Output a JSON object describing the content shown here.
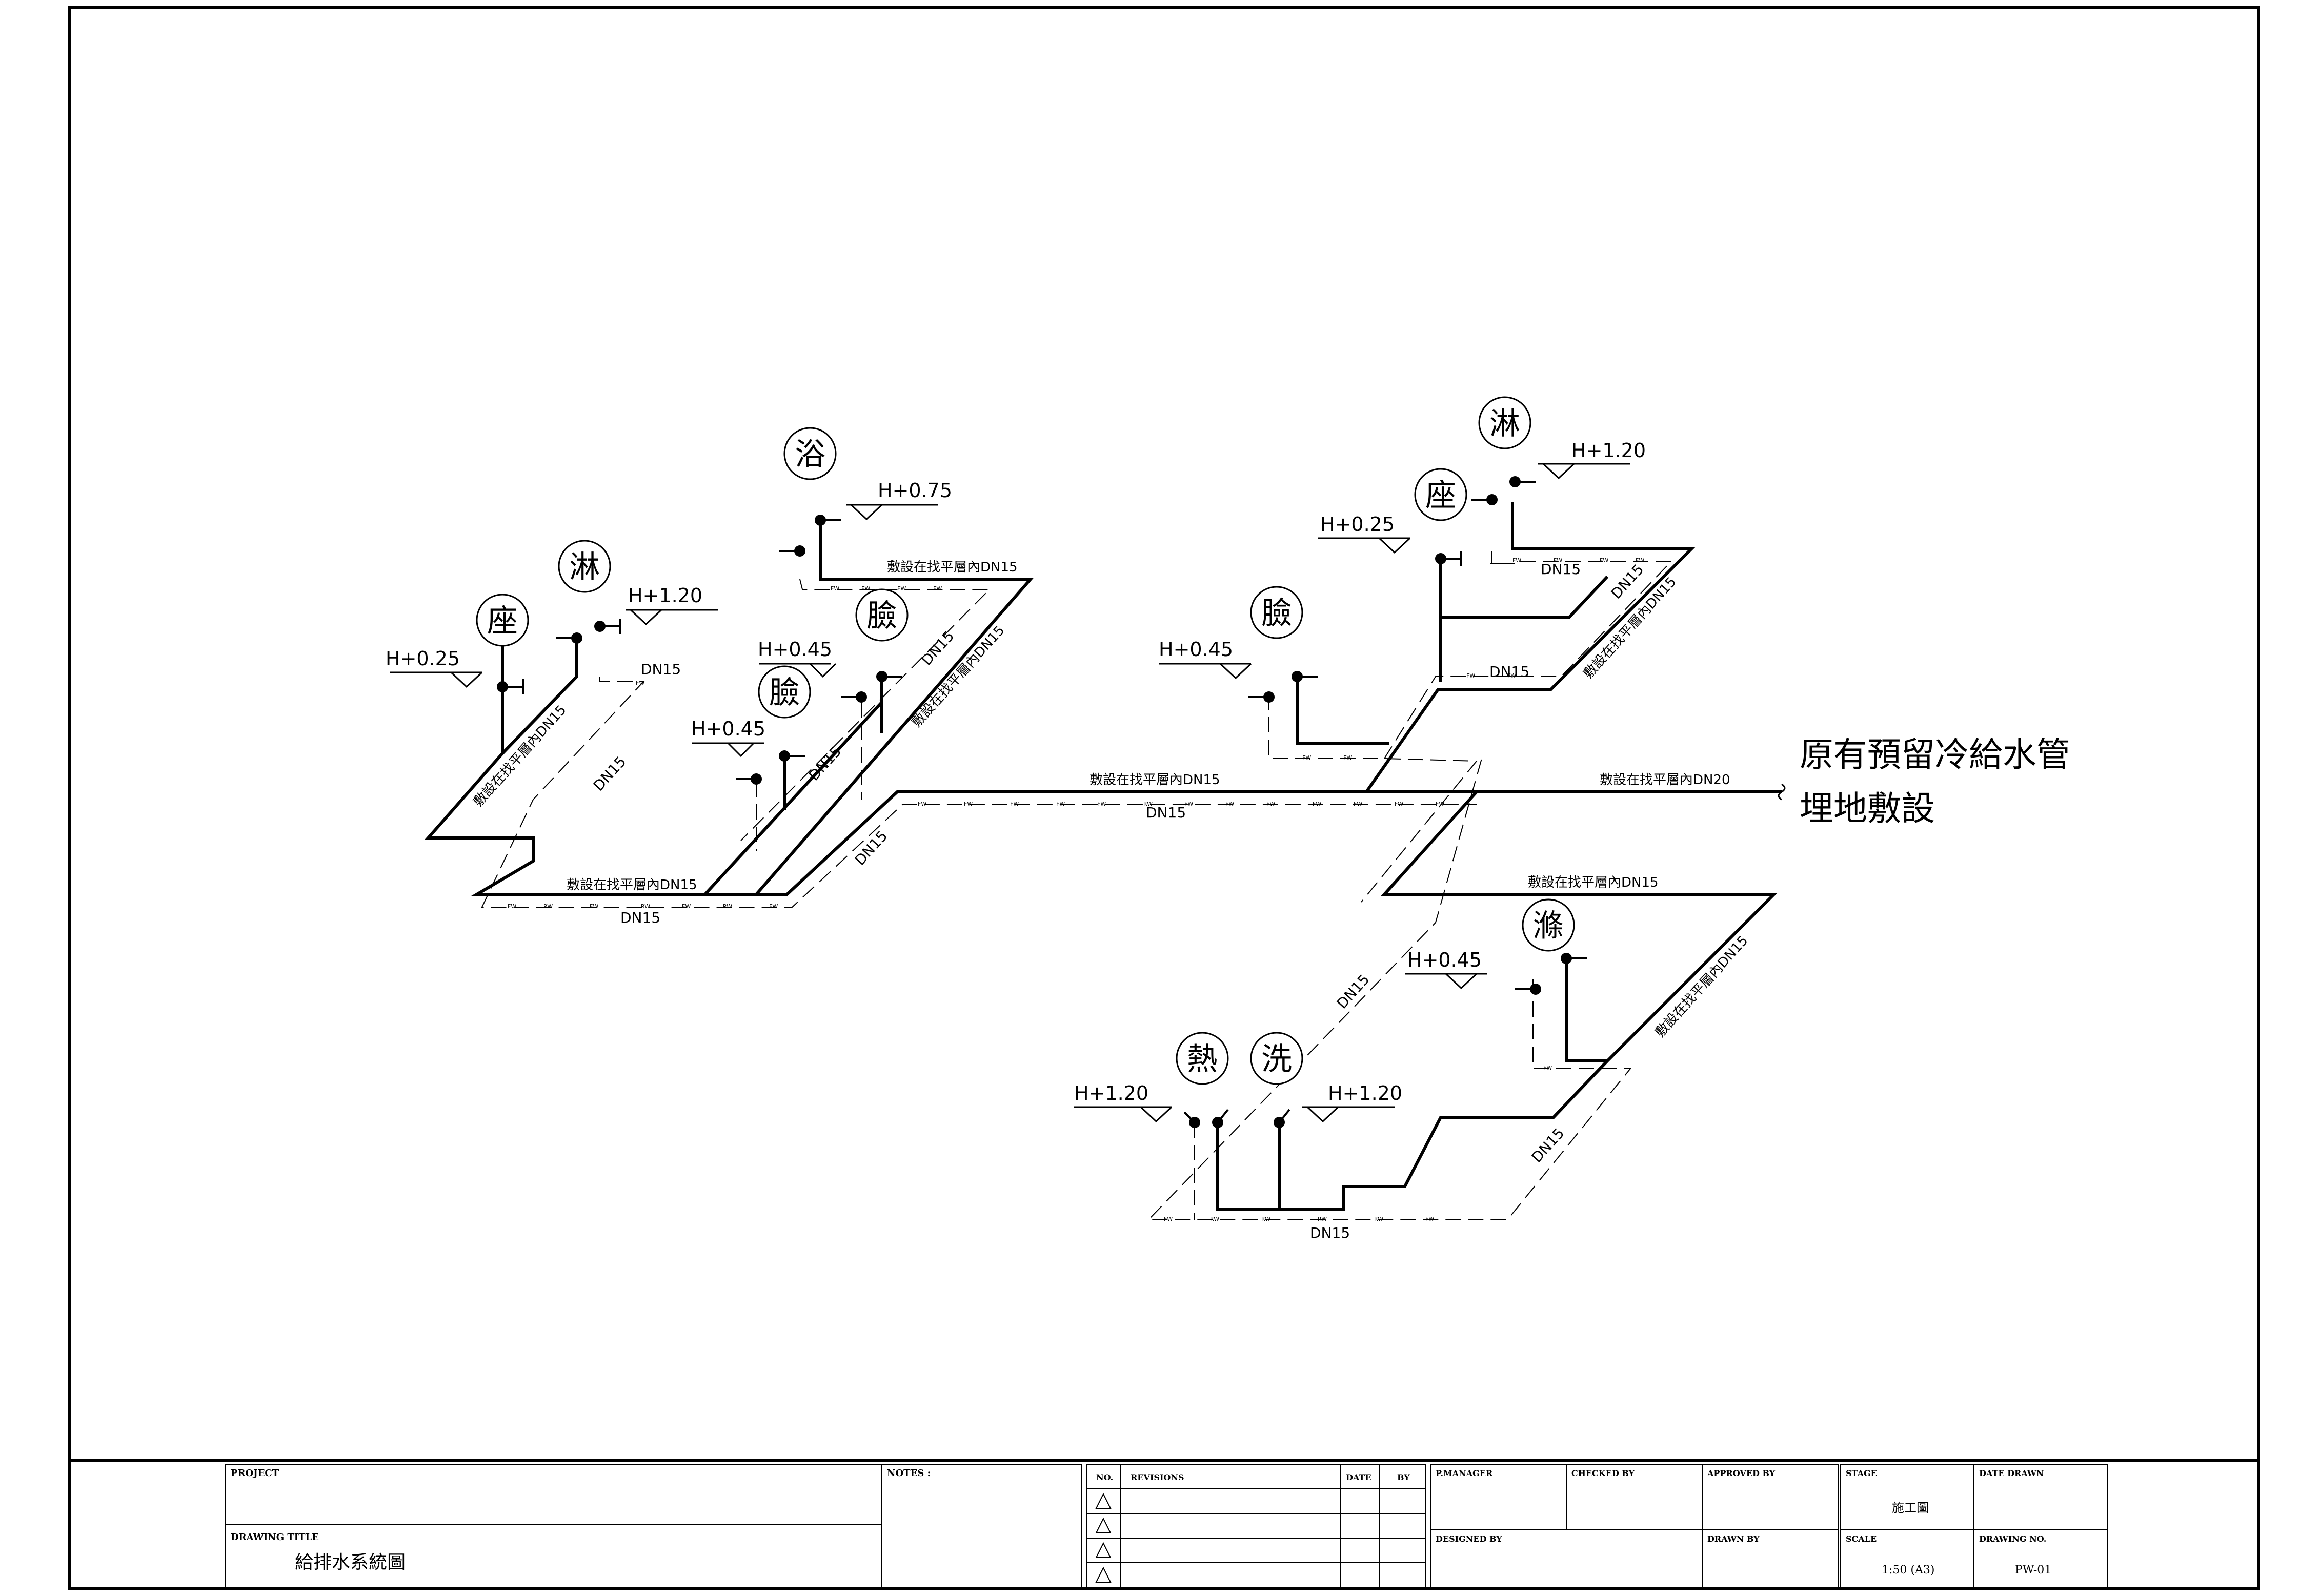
{
  "diagram": {
    "fixtures": [
      {
        "id": "zuo-left",
        "char": "座"
      },
      {
        "id": "lin-left",
        "char": "淋"
      },
      {
        "id": "yu-left",
        "char": "浴"
      },
      {
        "id": "lian-left-a",
        "char": "臉"
      },
      {
        "id": "lian-left-b",
        "char": "臉"
      },
      {
        "id": "lian-right",
        "char": "臉"
      },
      {
        "id": "zuo-right",
        "char": "座"
      },
      {
        "id": "lin-right",
        "char": "淋"
      },
      {
        "id": "di-right",
        "char": "滌"
      },
      {
        "id": "re-bottom",
        "char": "熱"
      },
      {
        "id": "xi-bottom",
        "char": "洗"
      }
    ],
    "elevations": [
      "H+0.25",
      "H+1.20",
      "H+0.75",
      "H+0.45",
      "H+0.45",
      "H+0.45",
      "H+0.25",
      "H+1.20",
      "H+0.45",
      "H+1.20",
      "H+1.20"
    ],
    "pipe_labels": {
      "dn15": "DN15",
      "embedded_dn15": "敷設在找平層內DN15",
      "embedded_dn20": "敷設在找平層內DN20"
    },
    "supply_note": {
      "line1": "原有預留冷給水管",
      "line2": "埋地敷設"
    }
  },
  "title_block": {
    "project_label": "PROJECT",
    "drawing_title_label": "DRAWING TITLE",
    "drawing_title": "給排水系統圖",
    "notes_label": "NOTES :",
    "rev_headers": [
      "NO.",
      "REVISIONS",
      "DATE",
      "BY"
    ],
    "pmanager_label": "P.MANAGER",
    "checked_label": "CHECKED BY",
    "approved_label": "APPROVED BY",
    "designed_label": "DESIGNED BY",
    "drawn_label": "DRAWN BY",
    "stage_label": "STAGE",
    "stage_value": "施工圖",
    "date_drawn_label": "DATE DRAWN",
    "scale_label": "SCALE",
    "scale_value": "1:50 (A3)",
    "drawing_no_label": "DRAWING NO.",
    "drawing_no_value": "PW-01"
  }
}
